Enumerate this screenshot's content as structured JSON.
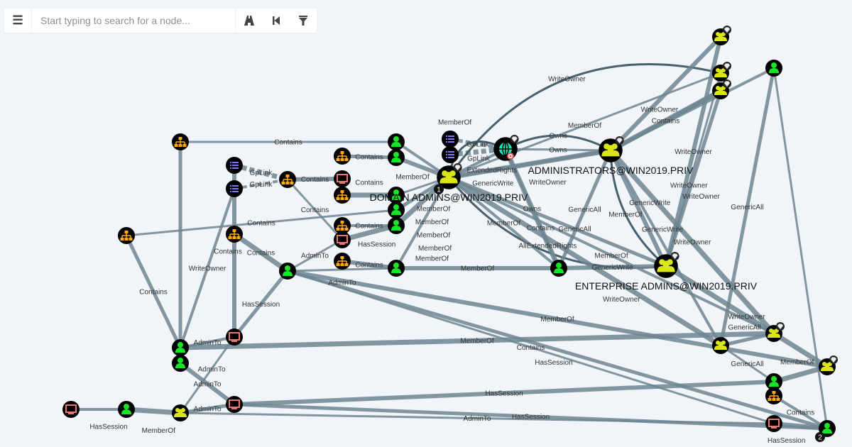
{
  "toolbar": {
    "menu_icon": "hamburger-menu-icon",
    "search_placeholder": "Start typing to search for a node...",
    "pathfinding_icon": "road-icon",
    "back_icon": "step-backward-icon",
    "filter_icon": "filter-icon"
  },
  "colors": {
    "background": "#f1f4f8",
    "edge": "#6e8592",
    "edge_dark": "#3e5866",
    "user": "#17e625",
    "group": "#dbe617",
    "computer": "#e67873",
    "ou": "#ffaa00",
    "gpo": "#7f72fd",
    "domain": "#17e6b9"
  },
  "graph": {
    "nodes": [
      {
        "id": "n1",
        "type": "group",
        "highvalue": true,
        "label": ""
      },
      {
        "id": "n2",
        "type": "group",
        "highvalue": true,
        "label": ""
      },
      {
        "id": "n3",
        "type": "group",
        "highvalue": true,
        "label": ""
      },
      {
        "id": "n4",
        "type": "user",
        "label": ""
      },
      {
        "id": "n5",
        "type": "domain",
        "highvalue": true,
        "target": true,
        "label": ""
      },
      {
        "id": "n6",
        "type": "group",
        "highvalue": true,
        "label": "ADMINISTRATORS@WIN2019.PRIV"
      },
      {
        "id": "n7",
        "type": "group",
        "highvalue": true,
        "badge": "1",
        "label": "DOMAIN ADMINS@WIN2019.PRIV"
      },
      {
        "id": "n8",
        "type": "group",
        "highvalue": true,
        "label": "ENTERPRISE ADMINS@WIN2019.PRIV"
      },
      {
        "id": "n9",
        "type": "ou",
        "label": ""
      },
      {
        "id": "n10",
        "type": "gpo",
        "label": ""
      },
      {
        "id": "n11",
        "type": "gpo",
        "label": ""
      },
      {
        "id": "n12",
        "type": "ou",
        "label": ""
      },
      {
        "id": "n13",
        "type": "ou",
        "label": ""
      },
      {
        "id": "n14",
        "type": "computer",
        "label": ""
      },
      {
        "id": "n15",
        "type": "ou",
        "label": ""
      },
      {
        "id": "n16",
        "type": "user",
        "label": ""
      },
      {
        "id": "n17",
        "type": "user",
        "label": ""
      },
      {
        "id": "n18",
        "type": "user",
        "label": ""
      },
      {
        "id": "n19",
        "type": "user",
        "label": ""
      },
      {
        "id": "n20",
        "type": "user",
        "label": ""
      },
      {
        "id": "n21",
        "type": "ou",
        "label": ""
      },
      {
        "id": "n22",
        "type": "computer",
        "label": ""
      },
      {
        "id": "n23",
        "type": "ou",
        "label": ""
      },
      {
        "id": "n24",
        "type": "user",
        "label": ""
      },
      {
        "id": "n25",
        "type": "user",
        "label": ""
      },
      {
        "id": "n26",
        "type": "ou",
        "label": ""
      },
      {
        "id": "n27",
        "type": "ou",
        "label": ""
      },
      {
        "id": "n28",
        "type": "gpo",
        "label": ""
      },
      {
        "id": "n29",
        "type": "gpo",
        "label": ""
      },
      {
        "id": "n30",
        "type": "user",
        "label": ""
      },
      {
        "id": "n31",
        "type": "computer",
        "label": ""
      },
      {
        "id": "n32",
        "type": "user",
        "label": ""
      },
      {
        "id": "n33",
        "type": "user",
        "label": ""
      },
      {
        "id": "n34",
        "type": "computer",
        "label": ""
      },
      {
        "id": "n35",
        "type": "user",
        "label": ""
      },
      {
        "id": "n36",
        "type": "group",
        "label": ""
      },
      {
        "id": "n37",
        "type": "computer",
        "label": ""
      },
      {
        "id": "n38",
        "type": "group",
        "label": ""
      },
      {
        "id": "n39",
        "type": "group",
        "highvalue": true,
        "label": ""
      },
      {
        "id": "n40",
        "type": "group",
        "highvalue": true,
        "label": ""
      },
      {
        "id": "n41",
        "type": "user",
        "label": ""
      },
      {
        "id": "n42",
        "type": "ou",
        "label": ""
      },
      {
        "id": "n43",
        "type": "computer",
        "label": ""
      },
      {
        "id": "n44",
        "type": "user",
        "badge": "2",
        "label": ""
      }
    ],
    "edges": [
      {
        "from": "n9",
        "to": "n16",
        "label": "Contains"
      },
      {
        "from": "n9",
        "to": "n32",
        "label": ""
      },
      {
        "from": "n10",
        "to": "n12",
        "label": "GpLink",
        "dashed": true
      },
      {
        "from": "n11",
        "to": "n12",
        "label": "GpLink",
        "dashed": true
      },
      {
        "from": "n12",
        "to": "n14",
        "label": "Contains"
      },
      {
        "from": "n12",
        "to": "n22",
        "label": "Contains"
      },
      {
        "from": "n13",
        "to": "n17",
        "label": "Contains"
      },
      {
        "from": "n15",
        "to": "n18",
        "label": "Contains"
      },
      {
        "from": "n21",
        "to": "n20",
        "label": "Contains"
      },
      {
        "from": "n23",
        "to": "n24",
        "label": "Contains"
      },
      {
        "from": "n26",
        "to": "n19",
        "label": "Contains"
      },
      {
        "from": "n26",
        "to": "n32",
        "label": "Contains"
      },
      {
        "from": "n27",
        "to": "n25",
        "label": "Contains"
      },
      {
        "from": "n11",
        "to": "n32",
        "label": "WriteOwner"
      },
      {
        "from": "n10",
        "to": "n31",
        "label": "Contains"
      },
      {
        "from": "n25",
        "to": "n22",
        "label": "AdminTo"
      },
      {
        "from": "n25",
        "to": "n31",
        "label": "HasSession"
      },
      {
        "from": "n22",
        "to": "n20",
        "label": "HasSession"
      },
      {
        "from": "n16",
        "to": "n7",
        "label": "MemberOf"
      },
      {
        "from": "n17",
        "to": "n7",
        "label": "MemberOf"
      },
      {
        "from": "n18",
        "to": "n7",
        "label": "MemberOf"
      },
      {
        "from": "n19",
        "to": "n7",
        "label": "MemberOf"
      },
      {
        "from": "n20",
        "to": "n7",
        "label": "MemberOf"
      },
      {
        "from": "n24",
        "to": "n7",
        "label": "MemberOf"
      },
      {
        "from": "n24",
        "to": "n30",
        "label": "MemberOf"
      },
      {
        "from": "n25",
        "to": "n24",
        "label": "AdminTo"
      },
      {
        "from": "n28",
        "to": "n5",
        "label": "GpLink",
        "dashed": true
      },
      {
        "from": "n29",
        "to": "n5",
        "label": "GpLink",
        "dashed": true
      },
      {
        "from": "n7",
        "to": "n5",
        "label": "ExtendedRights"
      },
      {
        "from": "n7",
        "to": "n5",
        "label": "MemberOf",
        "curve": -60
      },
      {
        "from": "n6",
        "to": "n5",
        "label": "Owns"
      },
      {
        "from": "n5",
        "to": "n6",
        "label": "Owns",
        "curve": -40
      },
      {
        "from": "n7",
        "to": "n6",
        "label": "GenericWrite"
      },
      {
        "from": "n7",
        "to": "n6",
        "label": "WriteOwner"
      },
      {
        "from": "n7",
        "to": "n2",
        "label": "WriteOwner",
        "curve": -140
      },
      {
        "from": "n7",
        "to": "n2",
        "label": "MemberOf"
      },
      {
        "from": "n6",
        "to": "n3",
        "label": "Contains"
      },
      {
        "from": "n6",
        "to": "n3",
        "label": "WriteOwner"
      },
      {
        "from": "n8",
        "to": "n6",
        "label": "MemberOf",
        "curve": -40
      },
      {
        "from": "n8",
        "to": "n6",
        "label": "GenericWrite"
      },
      {
        "from": "n8",
        "to": "n7",
        "label": "AllExtendedRights",
        "curve": -90
      },
      {
        "from": "n30",
        "to": "n6",
        "label": "GenericAll"
      },
      {
        "from": "n30",
        "to": "n5",
        "label": "Owns"
      },
      {
        "from": "n30",
        "to": "n7",
        "label": "MemberOf"
      },
      {
        "from": "n30",
        "to": "n8",
        "label": "GenericWrite"
      },
      {
        "from": "n5",
        "to": "n30",
        "label": "Contains"
      },
      {
        "from": "n7",
        "to": "n8",
        "label": "GenericAll"
      },
      {
        "from": "n7",
        "to": "n38",
        "label": "WriteOwner"
      },
      {
        "from": "n7",
        "to": "n39",
        "label": "MemberOf"
      },
      {
        "from": "n8",
        "to": "n1",
        "label": "WriteOwner"
      },
      {
        "from": "n8",
        "to": "n2",
        "label": "WriteOwner"
      },
      {
        "from": "n38",
        "to": "n4",
        "label": "GenericAll"
      },
      {
        "from": "n39",
        "to": "n6",
        "label": "WriteOwner"
      },
      {
        "from": "n38",
        "to": "n6",
        "label": "GenericWrite"
      },
      {
        "from": "n25",
        "to": "n40",
        "label": "MemberOf"
      },
      {
        "from": "n25",
        "to": "n43",
        "label": "Contains"
      },
      {
        "from": "n25",
        "to": "n44",
        "label": "HasSession"
      },
      {
        "from": "n32",
        "to": "n39",
        "label": "MemberOf"
      },
      {
        "from": "n32",
        "to": "n31",
        "label": "AdminTo"
      },
      {
        "from": "n33",
        "to": "n37",
        "label": "AdminTo"
      },
      {
        "from": "n36",
        "to": "n31",
        "label": "AdminTo"
      },
      {
        "from": "n36",
        "to": "n37",
        "label": "AdminTo"
      },
      {
        "from": "n35",
        "to": "n36",
        "label": "MemberOf"
      },
      {
        "from": "n34",
        "to": "n35",
        "label": "HasSession"
      },
      {
        "from": "n37",
        "to": "n41",
        "label": "HasSession"
      },
      {
        "from": "n36",
        "to": "n43",
        "label": "AdminTo"
      },
      {
        "from": "n37",
        "to": "n44",
        "label": "HasSession"
      },
      {
        "from": "n41",
        "to": "n40",
        "label": "MemberOf"
      },
      {
        "from": "n42",
        "to": "n44",
        "label": "Contains"
      },
      {
        "from": "n43",
        "to": "n44",
        "label": "HasSession"
      },
      {
        "from": "n38",
        "to": "n41",
        "label": "GenericAll"
      },
      {
        "from": "n38",
        "to": "n39",
        "label": "GenericAll"
      },
      {
        "from": "n8",
        "to": "n40",
        "label": "WriteOwner"
      },
      {
        "from": "n6",
        "to": "n4",
        "label": ""
      },
      {
        "from": "n1",
        "to": "n6",
        "label": ""
      },
      {
        "from": "n4",
        "to": "n44",
        "label": ""
      },
      {
        "from": "n8",
        "to": "n3",
        "label": "WriteOwner"
      }
    ]
  }
}
